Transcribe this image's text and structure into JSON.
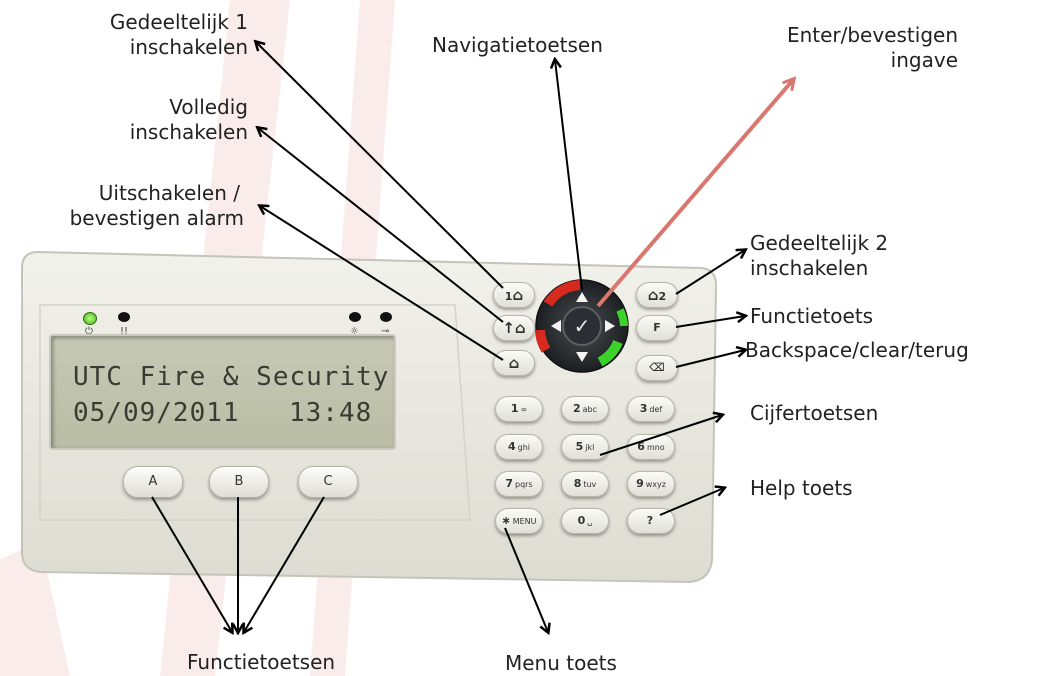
{
  "labels": {
    "partial1": [
      "Gedeeltelijk 1",
      "inschakelen"
    ],
    "full": [
      "Volledig",
      "inschakelen"
    ],
    "disarm": [
      "Uitschakelen /",
      "bevestigen alarm"
    ],
    "navigation": "Navigatietoetsen",
    "enter": [
      "Enter/bevestigen",
      "ingave"
    ],
    "partial2": [
      "Gedeeltelijk 2",
      "inschakelen"
    ],
    "function_key": "Functietoets",
    "backspace": "Backspace/clear/terug",
    "digits": "Cijfertoetsen",
    "help": "Help toets",
    "function_keys": "Functietoetsen",
    "menu": "Menu toets"
  },
  "display": {
    "line1": "UTC Fire & Security",
    "line2_date": "05/09/2011",
    "line2_time": "13:48"
  },
  "indicators": {
    "power": "⏻",
    "alert": "!!",
    "tamper": "☼",
    "key": "⊸"
  },
  "soft_keys": [
    "A",
    "B",
    "C"
  ],
  "side_keys": {
    "partial1": "1",
    "partial2": "2",
    "function": "F",
    "backspace": "⌫",
    "help": "?"
  },
  "keypad": [
    {
      "main": "1",
      "sub": "∞"
    },
    {
      "main": "2",
      "sub": "abc"
    },
    {
      "main": "3",
      "sub": "def"
    },
    {
      "main": "4",
      "sub": "ghi"
    },
    {
      "main": "5",
      "sub": "jkl"
    },
    {
      "main": "6",
      "sub": "mno"
    },
    {
      "main": "7",
      "sub": "pqrs"
    },
    {
      "main": "8",
      "sub": "tuv"
    },
    {
      "main": "9",
      "sub": "wxyz"
    },
    {
      "main": "∗",
      "sub": "MENU"
    },
    {
      "main": "0",
      "sub": "␣"
    },
    {
      "main": "?",
      "sub": ""
    }
  ],
  "colors": {
    "panel": "#ecece4",
    "lcd": "#c2c5af",
    "arrow": "#000000",
    "enter_arrow": "#d9776f",
    "led_green": "#55c92a",
    "nav_red": "#d62a1e",
    "nav_green": "#3bd22a",
    "background_stripe": "#f6dddd"
  }
}
